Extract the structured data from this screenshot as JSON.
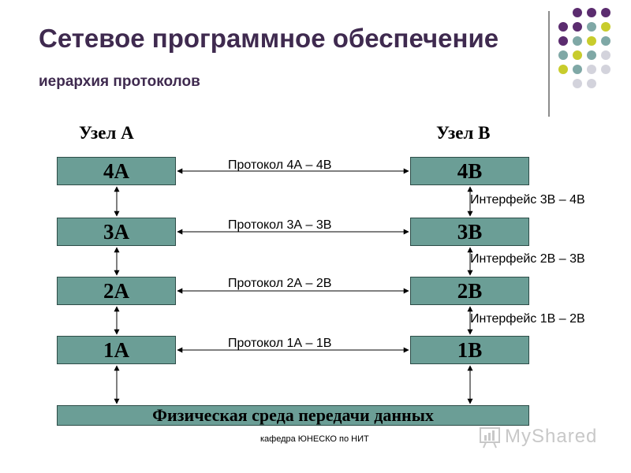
{
  "slide": {
    "title": "Сетевое программное обеспечение",
    "subtitle": "иерархия протоколов"
  },
  "nodes": {
    "a_label": "Узел А",
    "b_label": "Узел В"
  },
  "layers_a": [
    "4A",
    "3A",
    "2A",
    "1A"
  ],
  "layers_b": [
    "4B",
    "3B",
    "2B",
    "1B"
  ],
  "protocols": [
    "Протокол 4А – 4В",
    "Протокол 3А – 3В",
    "Протокол 2А – 2В",
    "Протокол 1А – 1В"
  ],
  "interfaces": [
    "Интерфейс 3В – 4В",
    "Интерфейс 2В – 3В",
    "Интерфейс 1В – 2В"
  ],
  "medium": "Физическая среда передачи данных",
  "footer": {
    "text": "кафедра ЮНЕСКО по НИТ",
    "watermark": "MyShared"
  },
  "colors": {
    "box_fill": "#6b9e96",
    "title": "#3f2a4f",
    "dot_purple": "#5b2c6f",
    "dot_teal": "#7fa8a6",
    "dot_lime": "#c8cc2c",
    "dot_gray": "#d3d3dc"
  }
}
